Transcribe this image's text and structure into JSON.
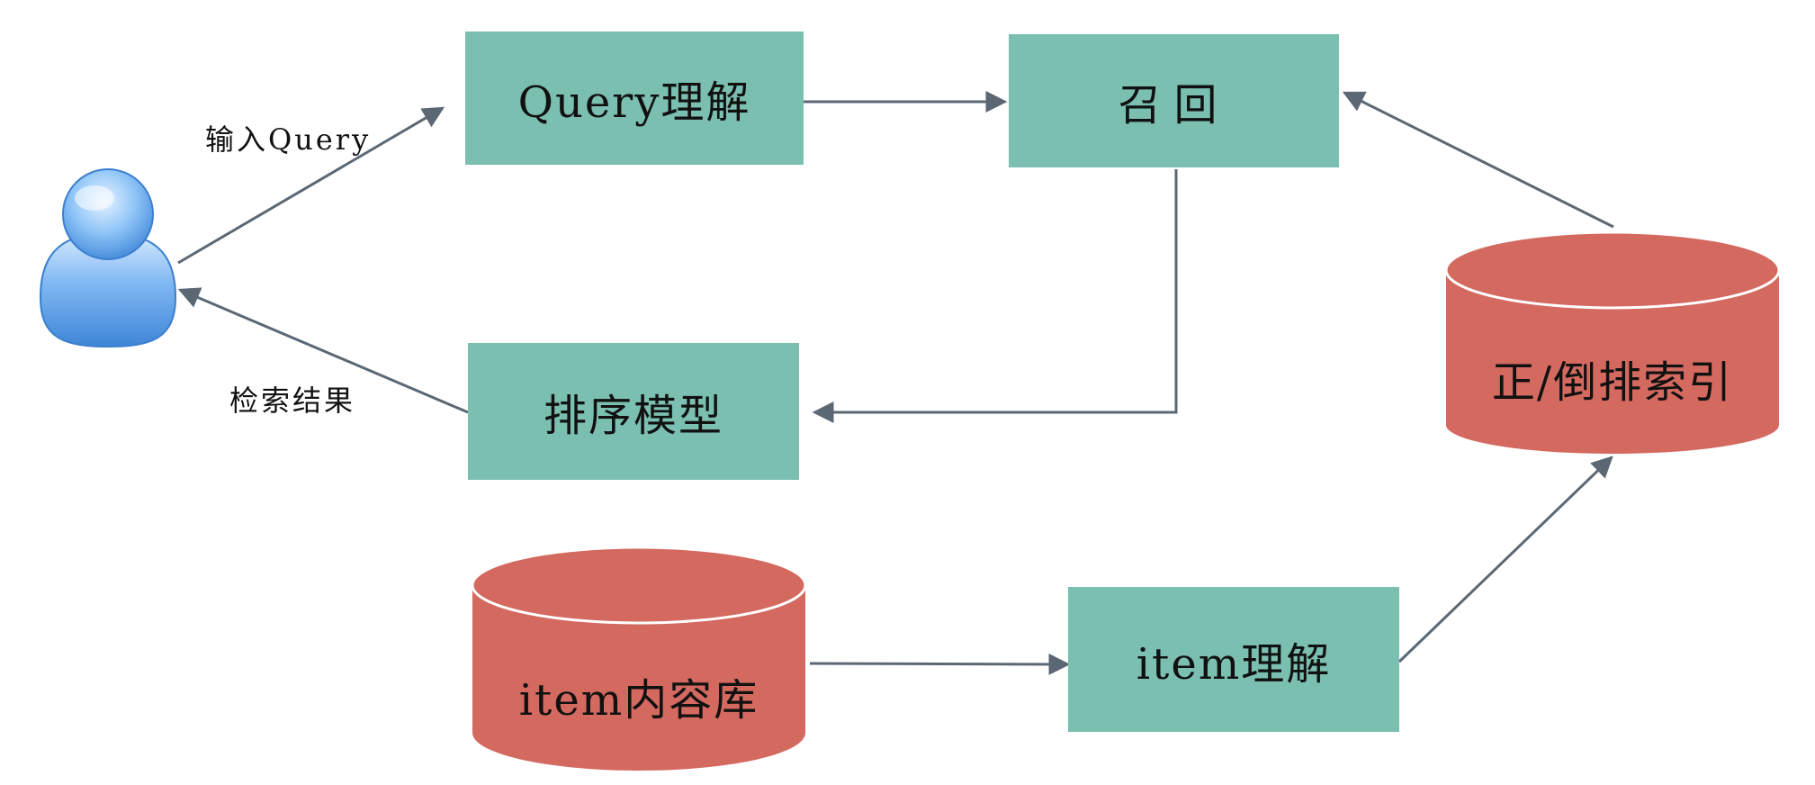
{
  "nodes": {
    "query_understanding": "Query理解",
    "recall": "召回",
    "ranking_model": "排序模型",
    "index_store": "正/倒排索引",
    "item_content_store": "item内容库",
    "item_understanding": "item理解"
  },
  "edge_labels": {
    "input_query": "输入Query",
    "search_results": "检索结果"
  },
  "colors": {
    "process_box": "#7abfb0",
    "database": "#d4695f",
    "arrow": "#5b6874",
    "user_icon": "#5a9ce6"
  },
  "icons": {
    "user": "user-icon"
  }
}
